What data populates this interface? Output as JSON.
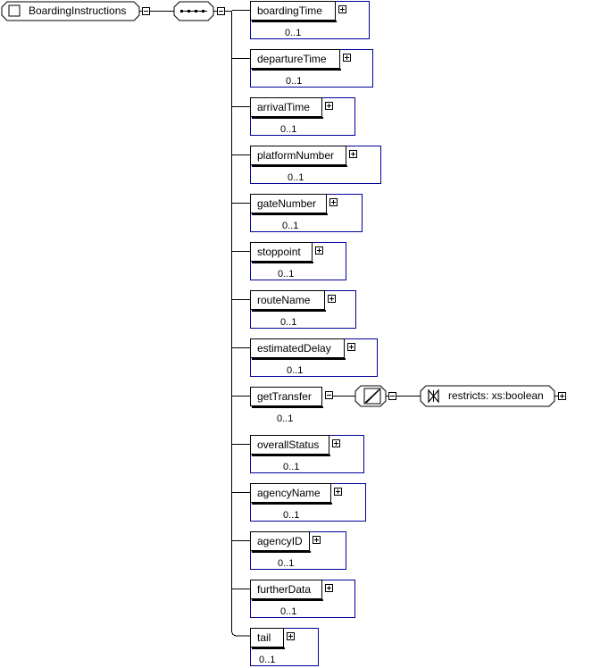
{
  "root": {
    "label": "BoardingInstructions"
  },
  "elements": [
    {
      "label": "boardingTime",
      "occurrence": "0..1"
    },
    {
      "label": "departureTime",
      "occurrence": "0..1"
    },
    {
      "label": "arrivalTime",
      "occurrence": "0..1"
    },
    {
      "label": "platformNumber",
      "occurrence": "0..1"
    },
    {
      "label": "gateNumber",
      "occurrence": "0..1"
    },
    {
      "label": "stoppoint",
      "occurrence": "0..1"
    },
    {
      "label": "routeName",
      "occurrence": "0..1"
    },
    {
      "label": "estimatedDelay",
      "occurrence": "0..1"
    },
    {
      "label": "getTransfer",
      "occurrence": "0..1"
    },
    {
      "label": "overallStatus",
      "occurrence": "0..1"
    },
    {
      "label": "agencyName",
      "occurrence": "0..1"
    },
    {
      "label": "agencyID",
      "occurrence": "0..1"
    },
    {
      "label": "furtherData",
      "occurrence": "0..1"
    },
    {
      "label": "tail",
      "occurrence": "0..1"
    }
  ],
  "restriction": {
    "label": "restricts: xs:boolean"
  }
}
